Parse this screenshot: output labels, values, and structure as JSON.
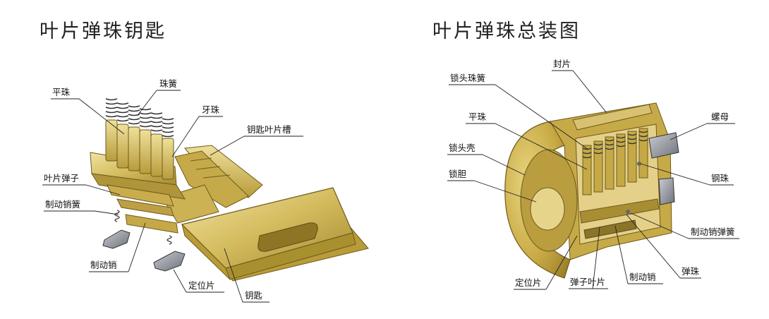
{
  "left_panel": {
    "title": "叶片弹珠钥匙",
    "labels": {
      "pingzhu": "平珠",
      "zhuhuang": "珠簧",
      "yazhu": "牙珠",
      "yaoshi_yepian_cao": "钥匙叶片槽",
      "yepian_danzi": "叶片弹子",
      "zhidongxiao_huang": "制动销簧",
      "zhidongxiao": "制动销",
      "dingweipian": "定位片",
      "yaoshi": "钥匙"
    }
  },
  "right_panel": {
    "title": "叶片弹珠总装图",
    "labels": {
      "fengpian": "封片",
      "suotou_zhuhuang": "锁头珠簧",
      "luomu": "螺母",
      "pingzhu": "平珠",
      "suotou_ke": "锁头壳",
      "gangzhu": "钢珠",
      "suodan": "锁胆",
      "zhidongxiao_tanhuang": "制动销弹簧",
      "danzhu": "弹珠",
      "dingweipian": "定位片",
      "danzi_yepian": "弹子叶片",
      "zhidongxiao": "制动销"
    }
  },
  "colors": {
    "brass_light": "#e7d68a",
    "brass": "#c9ad4c",
    "brass_dark": "#8a7424",
    "steel": "#9ea3aa",
    "line": "#222222"
  }
}
